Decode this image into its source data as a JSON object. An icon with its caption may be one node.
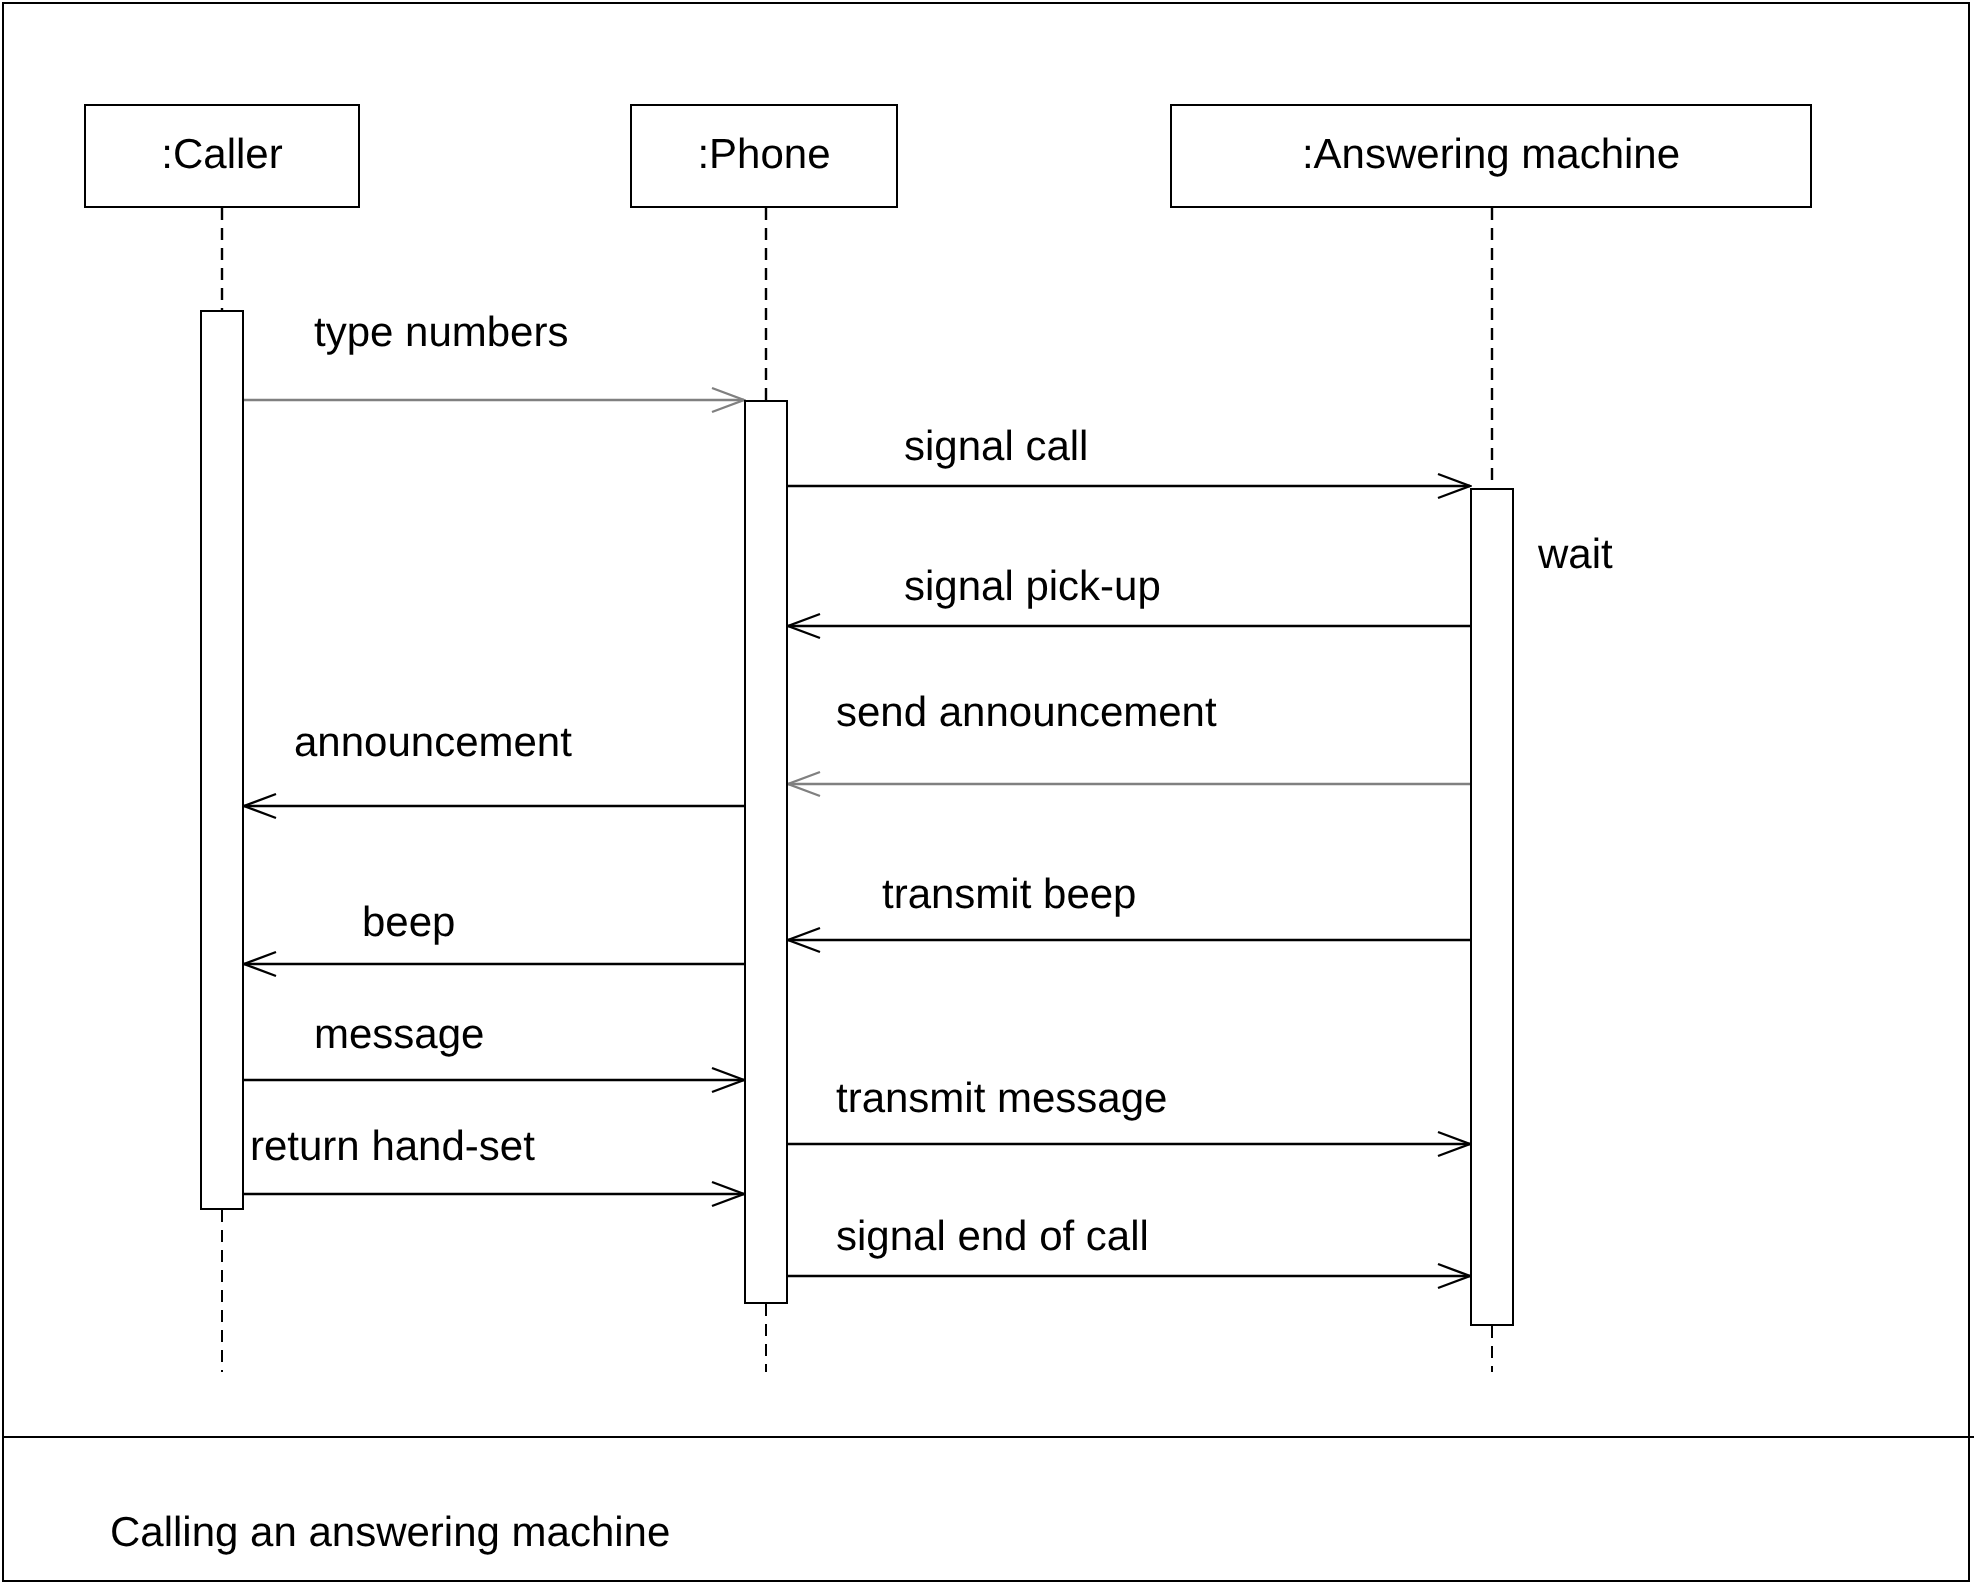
{
  "diagram": {
    "caption": "Calling an answering machine",
    "nodes": [
      {
        "text": [
          ":Caller"
        ]
      },
      {
        "text": [
          ":Phone"
        ]
      },
      {
        "text": [
          ":Answering machine"
        ]
      },
      {
        "text": [],
        "shape": "bar"
      },
      {
        "text": [],
        "shape": "bar"
      },
      {
        "text": [],
        "shape": "bar",
        "beside": [
          "wait"
        ]
      }
    ],
    "edges": [
      {
        "from": 0,
        "to": 3,
        "arrow": "none",
        "style": "dashed"
      },
      {
        "from": 1,
        "to": 4,
        "arrow": "none",
        "style": "dashed"
      },
      {
        "from": 2,
        "to": 5,
        "arrow": "none",
        "style": "dashed"
      },
      {
        "from": 3,
        "to": 4,
        "arrow": "to",
        "label": "type numbers",
        "color": "#808080"
      },
      {
        "from": 4,
        "to": 5,
        "arrow": "to",
        "label": "signal call"
      },
      {
        "from": 5,
        "to": 4,
        "arrow": "to",
        "label": "signal pick-up"
      },
      {
        "from": 5,
        "to": 4,
        "arrow": "to",
        "label": "send announcement",
        "color": "#808080"
      },
      {
        "from": 4,
        "to": 3,
        "arrow": "to",
        "label": "announcement"
      },
      {
        "from": 5,
        "to": 4,
        "arrow": "to",
        "label": "transmit beep"
      },
      {
        "from": 4,
        "to": 3,
        "arrow": "to",
        "label": "beep"
      },
      {
        "from": 3,
        "to": 4,
        "arrow": "to",
        "label": "message"
      },
      {
        "from": 4,
        "to": 5,
        "arrow": "to",
        "label": "transmit message"
      },
      {
        "from": 3,
        "to": 4,
        "arrow": "to",
        "label": "return hand-set"
      },
      {
        "from": 4,
        "to": 5,
        "arrow": "to",
        "label": "signal end of call"
      }
    ]
  }
}
